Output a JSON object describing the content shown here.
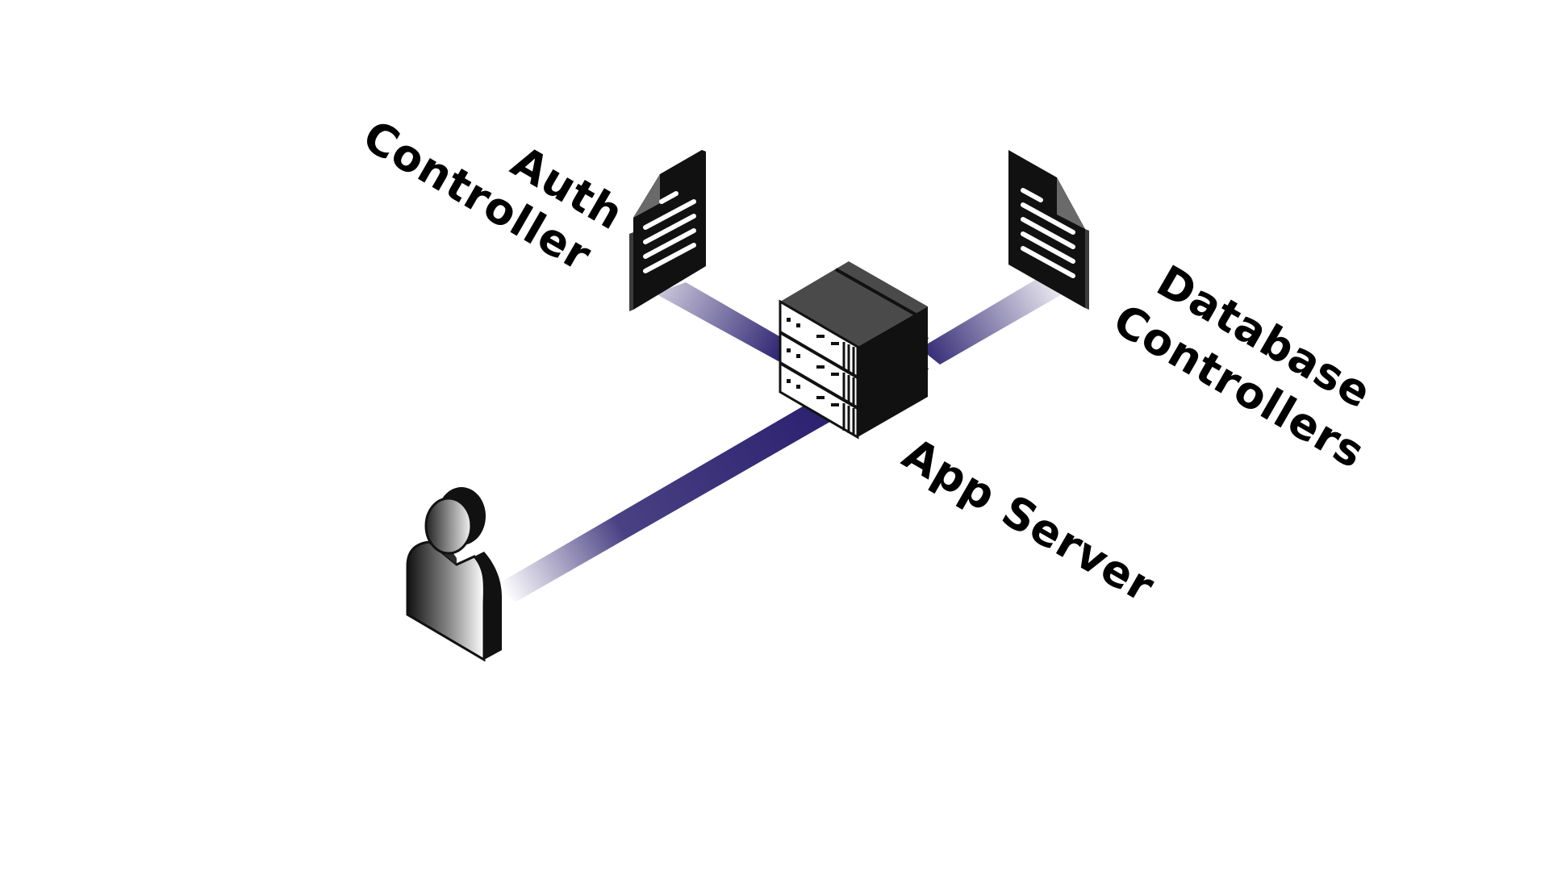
{
  "colors": {
    "background": "#ffffff",
    "connector": "#2a1f6e",
    "icon_dark": "#111111",
    "icon_mid": "#3c3c3c",
    "icon_light": "#ffffff"
  },
  "nodes": {
    "auth": {
      "label_line1": "Auth",
      "label_line2": "Controller",
      "icon": "document-icon"
    },
    "database": {
      "label_line1": "Database",
      "label_line2": "Controllers",
      "icon": "document-icon"
    },
    "app_server": {
      "label": "App Server",
      "icon": "server-rack-icon"
    },
    "user": {
      "icon": "user-icon"
    }
  }
}
